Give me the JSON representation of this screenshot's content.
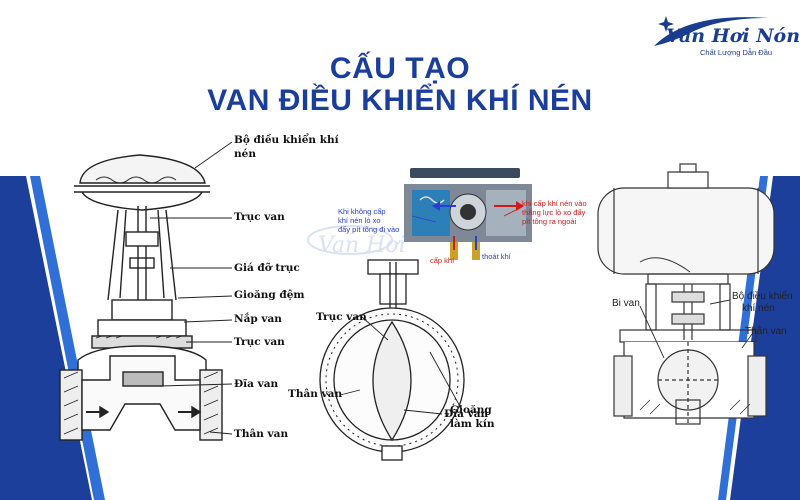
{
  "title": {
    "line1": "CẤU TẠO",
    "line2": "VAN ĐIỀU KHIỂN KHÍ NÉN"
  },
  "logo": {
    "name": "Van Hơi Nóng",
    "tagline": "Chất Lượng Dẫn Đầu",
    "color": "#1b3d8f"
  },
  "diagram1": {
    "labels": {
      "controller_1": "Bộ điều khiển khí",
      "controller_2": "nén",
      "stem": "Trục van",
      "support": "Giá đỡ trục",
      "gasket": "Gioăng đệm",
      "bonnet": "Nắp van",
      "stem2": "Trục van",
      "disc": "Đĩa van",
      "body": "Thân van"
    }
  },
  "diagram2": {
    "labels": {
      "stem": "Trục van",
      "seal_1": "Gioăng",
      "seal_2": "làm kín",
      "body": "Thân van",
      "disc": "Đĩa van"
    },
    "actuator": {
      "left_note": [
        "Khi không cấp",
        "khí nén lò xo",
        "đẩy pít tông đi vào"
      ],
      "right_note": [
        "khi cấp khí nén vào",
        "thắng lực lò xo đẩy",
        "pít tông ra ngoài"
      ],
      "supply": "cấp khí",
      "exhaust": "thoát khí",
      "left_color": "#2a3fd0",
      "right_color": "#d01a1a"
    }
  },
  "diagram3": {
    "labels": {
      "ball": "Bi van",
      "controller_1": "Bộ điều khiển",
      "controller_2": "khí nén",
      "body": "Thân van"
    }
  },
  "colors": {
    "title": "#1a3f9a",
    "stripe_dark": "#1c3f9c",
    "stripe_light": "#2f6fd6"
  }
}
